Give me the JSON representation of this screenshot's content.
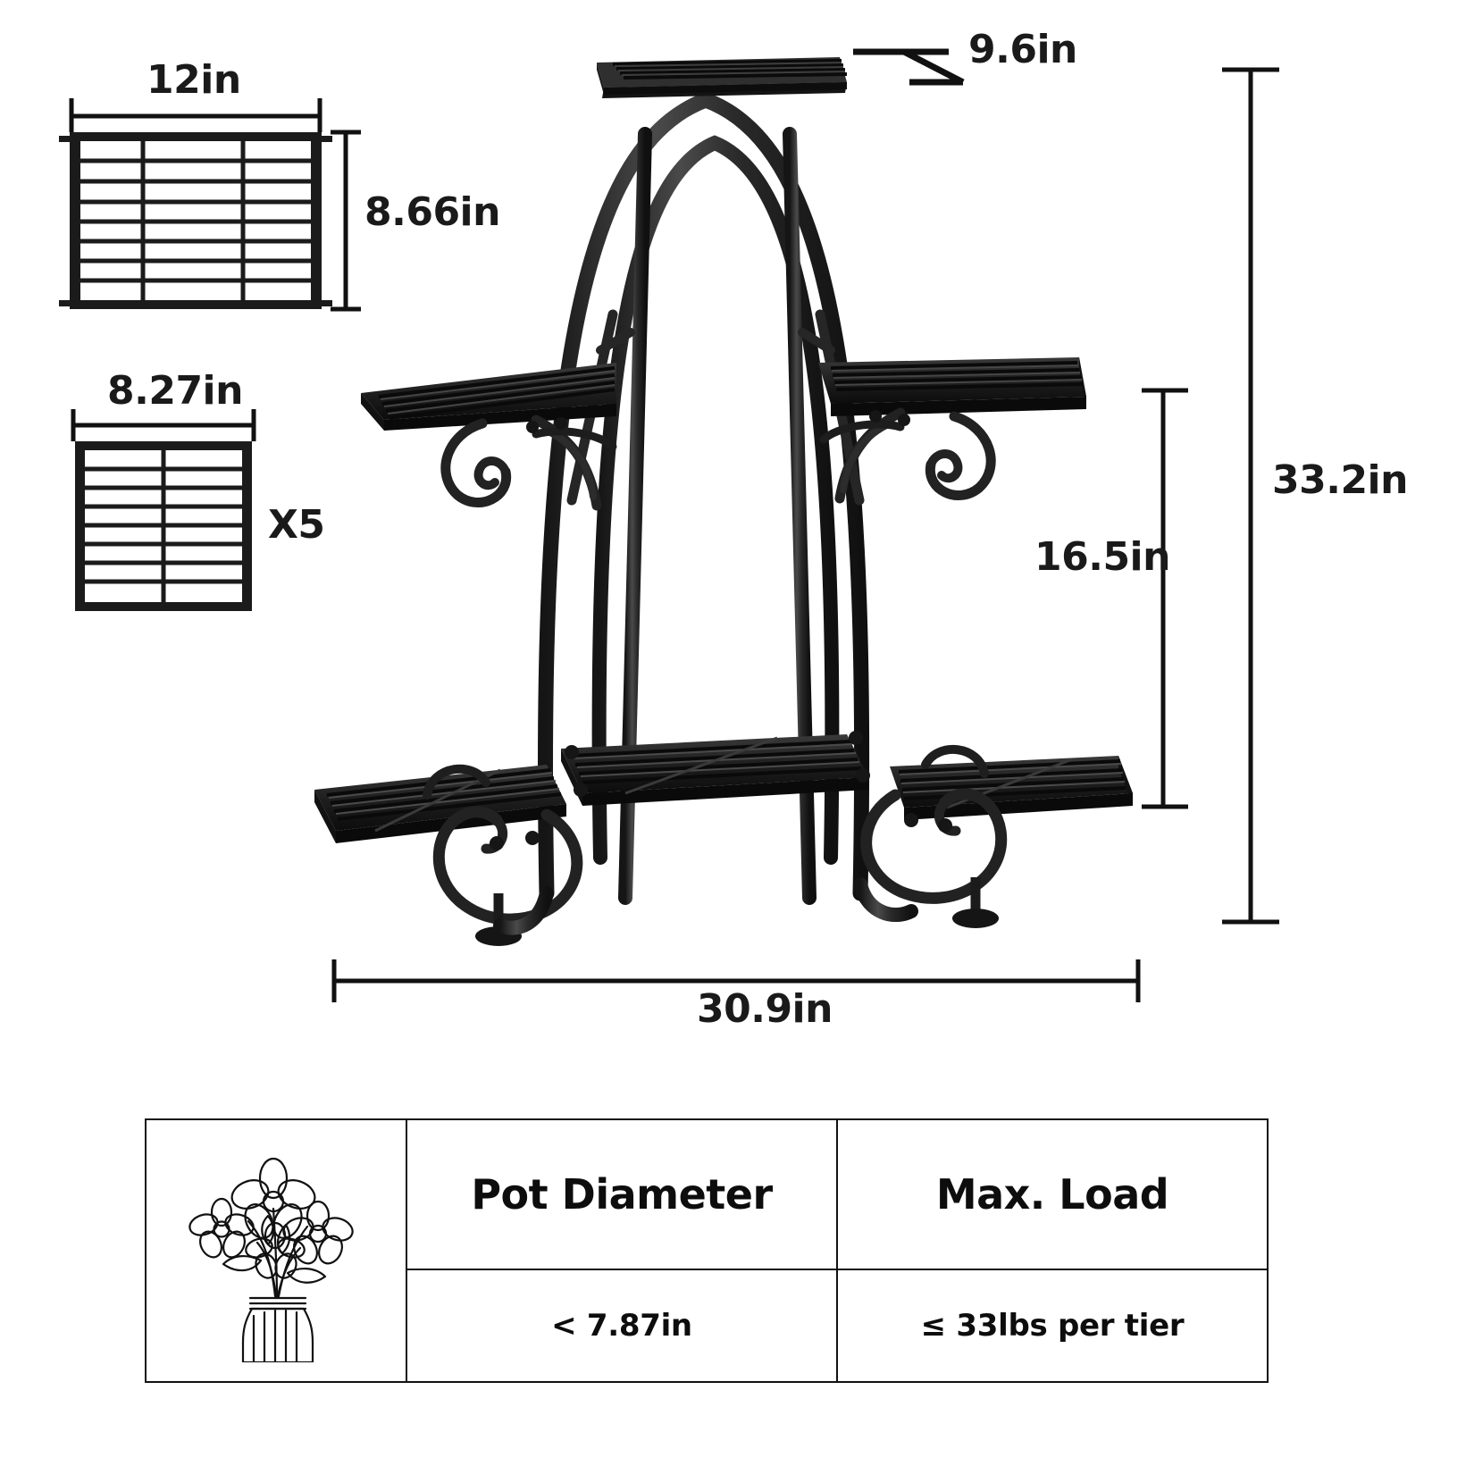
{
  "diagram": {
    "product": "multi-tier metal plant stand",
    "background_color": "#ffffff",
    "line_color": "#111111",
    "metal_color": "#2b2b2b"
  },
  "detail_parts": [
    {
      "name": "large-shelf-part",
      "width_label": "12in",
      "height_label": "8.66in",
      "slat_rows": 8,
      "vertical_bars": 2,
      "quantity_label": ""
    },
    {
      "name": "small-shelf-part",
      "width_label": "8.27in",
      "height_label": "",
      "slat_rows": 8,
      "vertical_bars": 1,
      "quantity_label": "X5"
    }
  ],
  "dimensions": {
    "top_shelf_depth": "9.6in",
    "overall_height": "33.2in",
    "tier_gap_height": "16.5in",
    "overall_width": "30.9in",
    "part_large_width": "12in",
    "part_large_height": "8.66in",
    "part_small_width": "8.27in",
    "part_small_quantity": "X5"
  },
  "spec_table": {
    "icon": "flower-vase-icon",
    "headers": [
      "Pot Diameter",
      "Max. Load"
    ],
    "values": [
      "< 7.87in",
      "≤ 33lbs per tier"
    ]
  }
}
